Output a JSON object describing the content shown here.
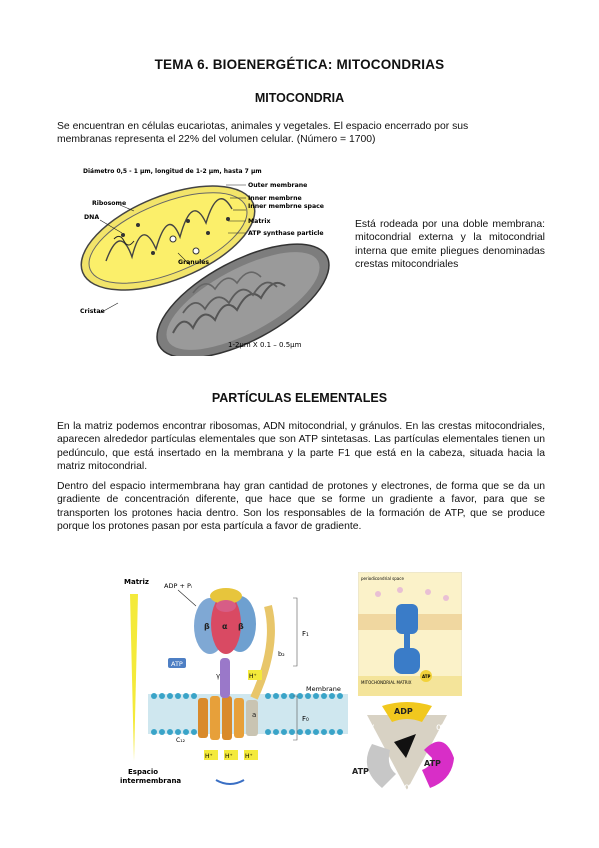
{
  "document": {
    "title": "TEMA 6. BIOENERGÉTICA: MITOCONDRIAS",
    "section1_heading": "MITOCONDRIA",
    "intro_line1": "Se encuentran en células eucariotas, animales y vegetales. El espacio encerrado por sus",
    "intro_line2": "membranas representa el 22% del volumen celular. (Número = 1700)",
    "side_text": "Está rodeada por una doble membrana: mitocondrial externa y la mitocondrial interna que emite pliegues denominadas crestas mitocondriales",
    "section2_heading": "PARTÍCULAS ELEMENTALES",
    "para1": "En la matriz podemos encontrar ribosomas, ADN mitocondrial, y gránulos. En las crestas mitocondriales, aparecen alrededor partículas elementales que son ATP sintetasas. Las partículas elementales tienen un pedúnculo, que está insertado en la membrana y la parte F1 que está en la cabeza, situada hacia la matriz mitocondrial.",
    "para2": "Dentro del espacio intermembrana hay gran cantidad de protones y electrones, de forma que se da un gradiente de concentración diferente, que hace que se forme un gradiente a favor, para que se transporten los protones hacia dentro. Son los responsables de la formación de ATP, que se produce porque los protones pasan por esta partícula a favor de gradiente."
  },
  "mito_figure": {
    "header": "Diámetro 0,5 - 1 µm, longitud de 1-2 µm, hasta 7 µm",
    "labels_right": [
      "Outer membrane",
      "Inner membrne",
      "Inner membrne space",
      "Matrix",
      "ATP synthase particle"
    ],
    "labels_left": [
      "Ribosome",
      "DNA",
      "Cristae"
    ],
    "label_granules": "Granules",
    "scale": "1-2µm  X  0.1 – 0.5µm"
  },
  "atp_figure": {
    "matrix_label": "Matriz",
    "space_label_1": "Espacio",
    "space_label_2": "intermembrana",
    "adp_label": "ADP + Pᵢ",
    "atp_label": "ATP",
    "membrane_label": "Membrane",
    "f1_label": "F₁",
    "f0_label": "F₀",
    "b2_label": "b₂",
    "c12_label": "C₁₂",
    "h_label": "H⁺",
    "alpha": "α",
    "beta": "β",
    "gamma": "γ",
    "a_label": "a",
    "small_label_1": "periodicondrial space",
    "small_label_2": "MITOCHONDRIAL MATRIX",
    "rot_adp": "ADP",
    "rot_atp_right": "ATP",
    "rot_atp_left": "ATP"
  }
}
